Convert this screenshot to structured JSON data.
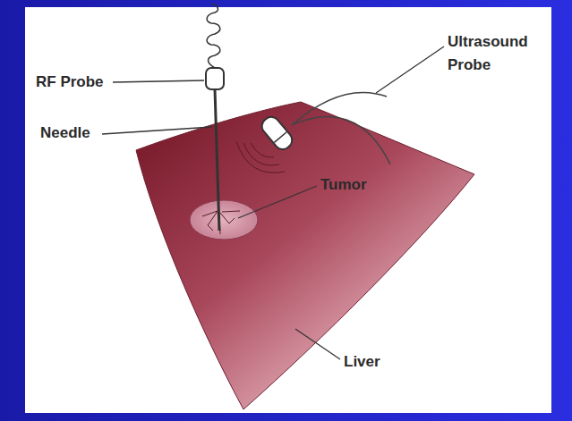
{
  "diagram": {
    "labels": [
      "RF Probe",
      "Ultrasound Probe",
      "Needle",
      "Tumor",
      "Liver"
    ]
  }
}
